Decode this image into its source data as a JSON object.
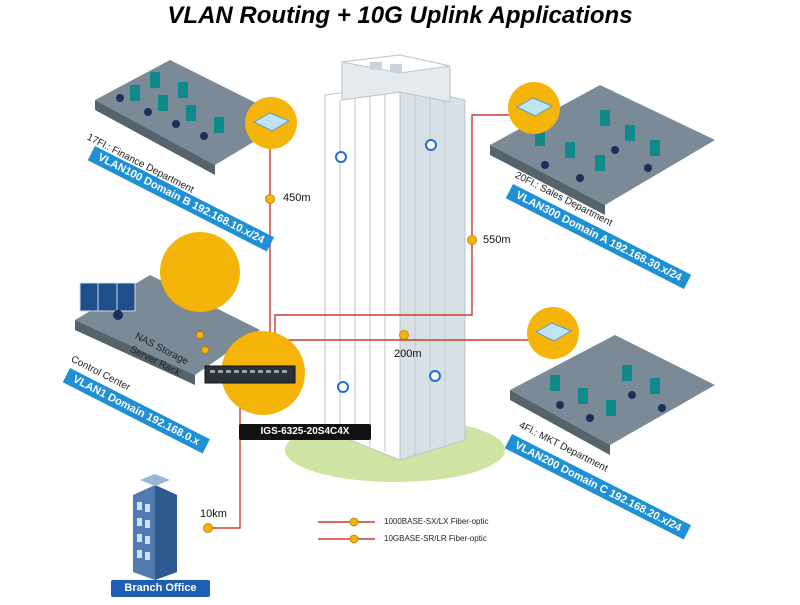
{
  "title": "VLAN Routing + 10G Uplink Applications",
  "distances": {
    "finance": "450m",
    "sales": "550m",
    "mkt": "200m",
    "branch": "10km"
  },
  "sites": {
    "finance": {
      "dept": "17Fl.: Finance Department",
      "vlan": "VLAN100 Domain B 192.168.10.x/24"
    },
    "sales": {
      "dept": "20Fl.: Sales Department",
      "vlan": "VLAN300 Domain A 192.168.30.x/24"
    },
    "control": {
      "dept": "Control Center",
      "vlan": "VLAN1 Domain 192.168.0.x"
    },
    "mkt": {
      "dept": "4Fl.: MKT Department",
      "vlan": "VLAN200 Domain C 192.168.20.x/24"
    }
  },
  "nas_label_1": "NAS Storage",
  "nas_label_2": "Server Rack",
  "switch_model": "IGS-6325-20S4C4X",
  "branch_office": "Branch Office",
  "legend": [
    {
      "label": "1000BASE-SX/LX Fiber-optic",
      "color": "#d03a2e"
    },
    {
      "label": "10GBASE-SR/LR Fiber-optic",
      "color": "#d03a2e"
    }
  ],
  "colors": {
    "accent": "#1f8fd6",
    "fiber": "#d03a2e",
    "node": "#f5b40a",
    "platform": "#6f7f8a"
  }
}
